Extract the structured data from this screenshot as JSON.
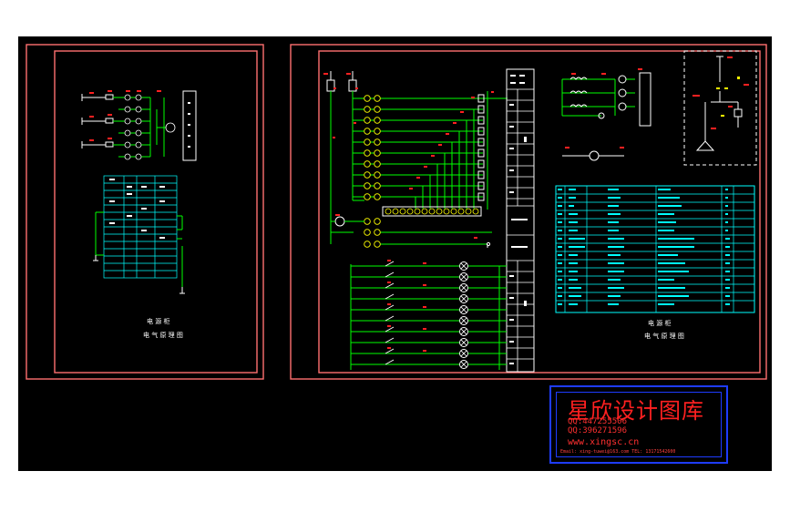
{
  "left_sheet": {
    "title_line1": "电 源 柜",
    "title_line2": "电 气 原 理 图"
  },
  "right_sheet": {
    "title_line1": "电 源 柜",
    "title_line2": "电 气 原 理 图"
  },
  "watermark": {
    "title": "星欣设计图库",
    "qq1": "QQ:447255506",
    "qq2": "QQ:396271596",
    "website": "www.xingsc.cn",
    "contact": "Email:  xing-tuwei@163.com   TEL: 13171542600"
  },
  "colors": {
    "background": "#000000",
    "frame": "#ff8080",
    "wire": "#00ff00",
    "table": "#00ffff",
    "component": "#ffff00",
    "label": "#ff2020",
    "watermark_border": "#1e3cff"
  }
}
